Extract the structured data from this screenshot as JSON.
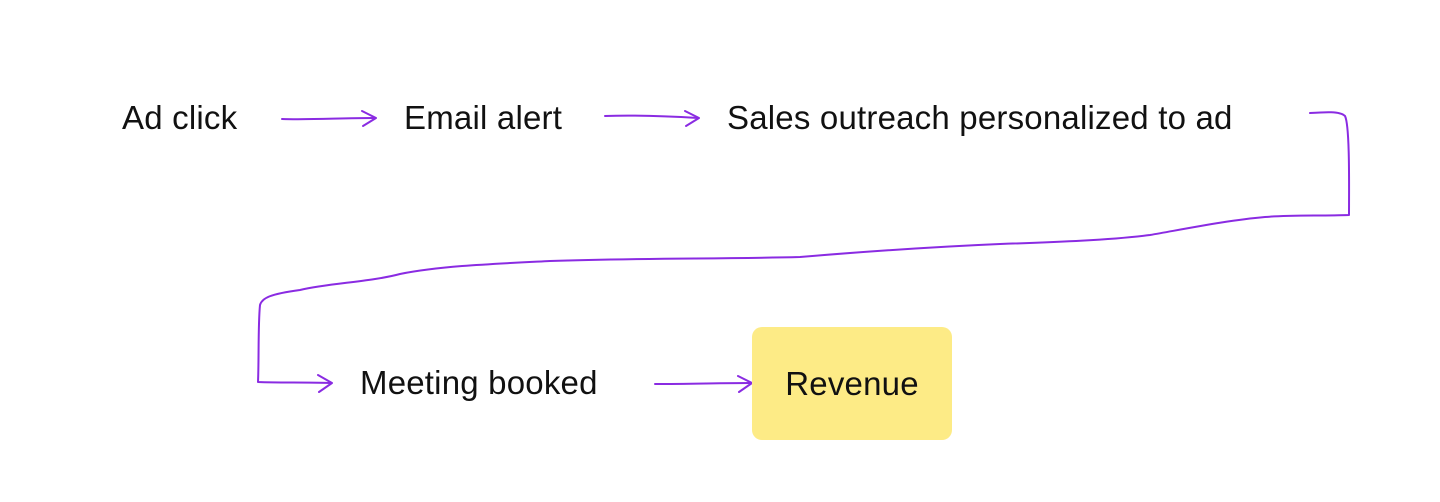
{
  "flow": {
    "nodes": [
      {
        "id": "ad-click",
        "label": "Ad click"
      },
      {
        "id": "email-alert",
        "label": "Email alert"
      },
      {
        "id": "sales-outreach",
        "label": "Sales outreach personalized to ad"
      },
      {
        "id": "meeting-booked",
        "label": "Meeting booked"
      },
      {
        "id": "revenue",
        "label": "Revenue",
        "highlight": true
      }
    ],
    "edges": [
      {
        "from": "ad-click",
        "to": "email-alert"
      },
      {
        "from": "email-alert",
        "to": "sales-outreach"
      },
      {
        "from": "sales-outreach",
        "to": "meeting-booked"
      },
      {
        "from": "meeting-booked",
        "to": "revenue"
      }
    ]
  },
  "colors": {
    "arrow": "#8a2be2",
    "text": "#111111",
    "highlight_fill": "#fdeb86",
    "background": "#ffffff"
  }
}
